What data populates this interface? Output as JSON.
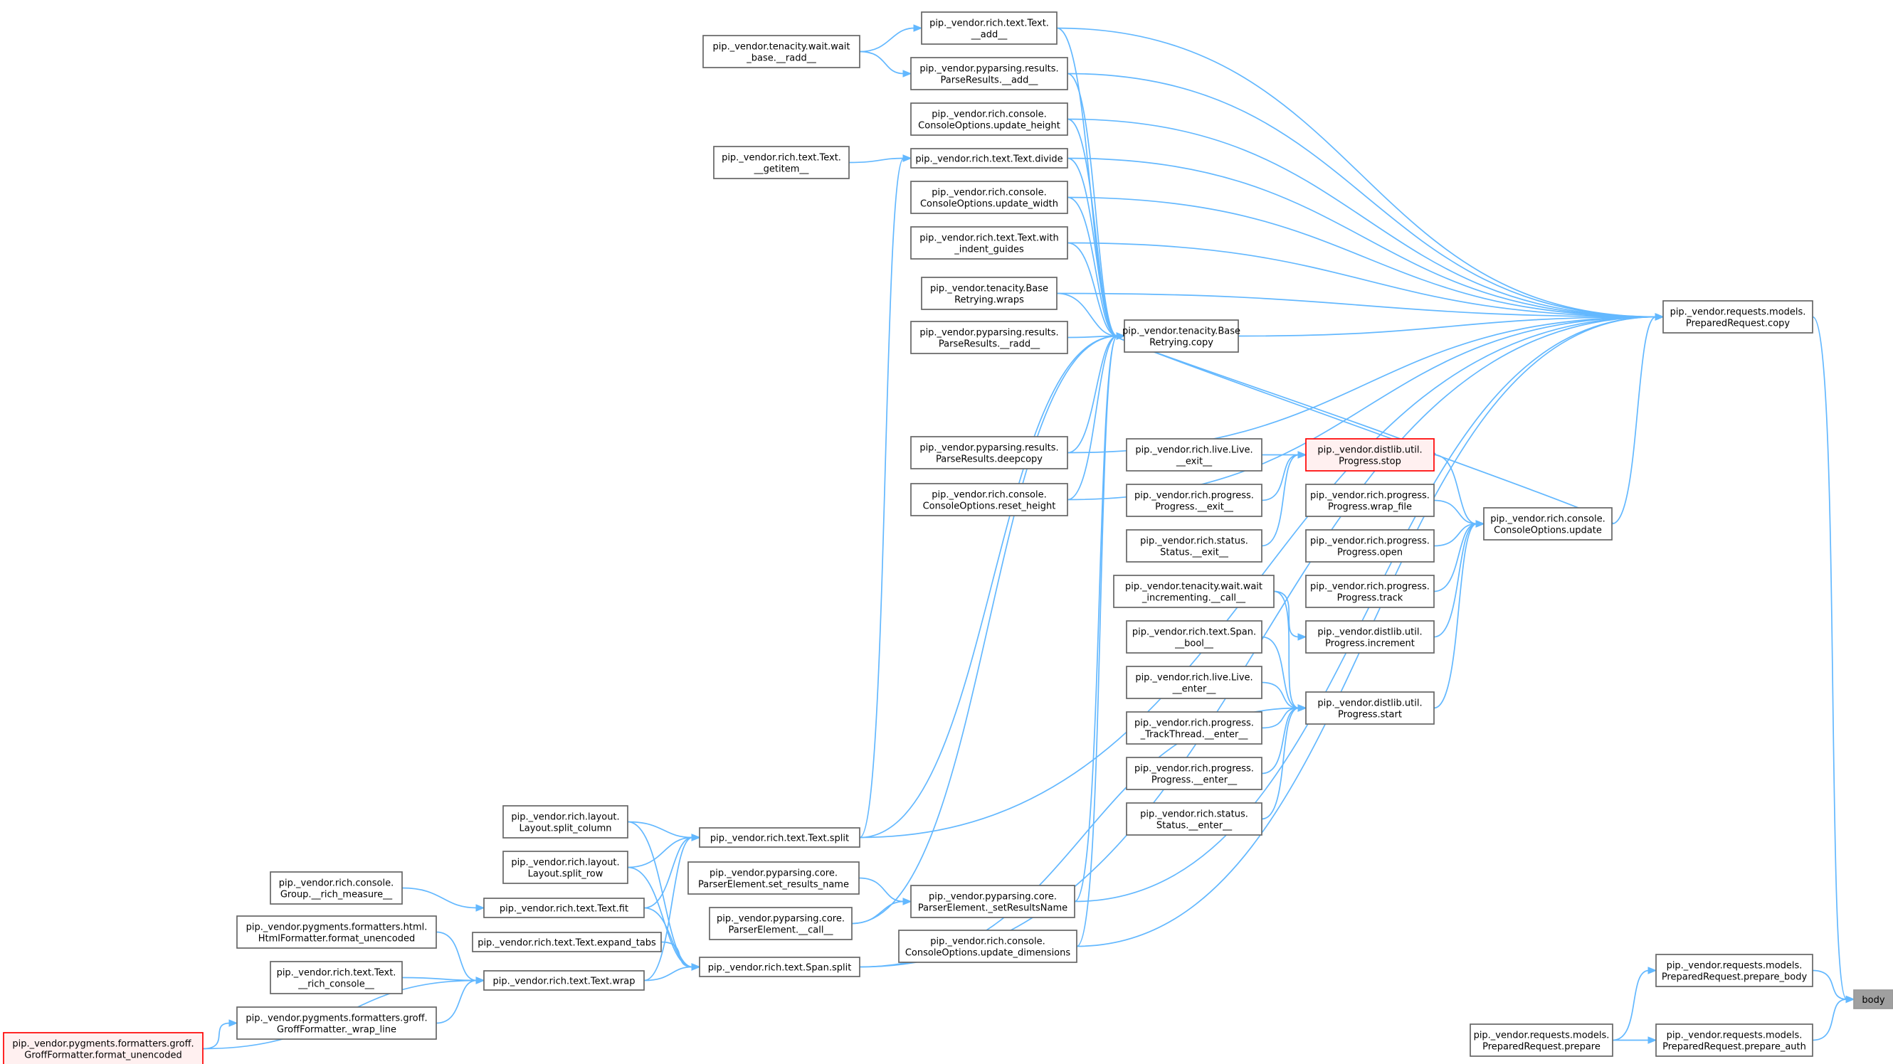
{
  "colors": {
    "edge": "#63b8ff",
    "node_border": "#666666",
    "highlight_border": "#ff0000",
    "root_fill": "#a0a0a0"
  },
  "nodes": {
    "body": [
      "body"
    ],
    "prepare_body": [
      "pip._vendor.requests.models.",
      "PreparedRequest.prepare_body"
    ],
    "prepare_auth": [
      "pip._vendor.requests.models.",
      "PreparedRequest.prepare_auth"
    ],
    "prepare": [
      "pip._vendor.requests.models.",
      "PreparedRequest.prepare"
    ],
    "pr_copy": [
      "pip._vendor.requests.models.",
      "PreparedRequest.copy"
    ],
    "co_update": [
      "pip._vendor.rich.console.",
      "ConsoleOptions.update"
    ],
    "base_copy": [
      "pip._vendor.tenacity.Base",
      "Retrying.copy"
    ],
    "prog_stop": [
      "pip._vendor.distlib.util.",
      "Progress.stop"
    ],
    "prog_start": [
      "pip._vendor.distlib.util.",
      "Progress.start"
    ],
    "prog_increment": [
      "pip._vendor.distlib.util.",
      "Progress.increment"
    ],
    "wrap_file": [
      "pip._vendor.rich.progress.",
      "Progress.wrap_file"
    ],
    "open": [
      "pip._vendor.rich.progress.",
      "Progress.open"
    ],
    "track": [
      "pip._vendor.rich.progress.",
      "Progress.track"
    ],
    "live_exit": [
      "pip._vendor.rich.live.Live.",
      "__exit__"
    ],
    "rp_exit": [
      "pip._vendor.rich.progress.",
      "Progress.__exit__"
    ],
    "status_exit": [
      "pip._vendor.rich.status.",
      "Status.__exit__"
    ],
    "wait_inc_call": [
      "pip._vendor.tenacity.wait.wait",
      "_incrementing.__call__"
    ],
    "span_bool": [
      "pip._vendor.rich.text.Span.",
      "__bool__"
    ],
    "live_enter": [
      "pip._vendor.rich.live.Live.",
      "__enter__"
    ],
    "track_enter": [
      "pip._vendor.rich.progress.",
      "_TrackThread.__enter__"
    ],
    "rp_enter": [
      "pip._vendor.rich.progress.",
      "Progress.__enter__"
    ],
    "status_enter": [
      "pip._vendor.rich.status.",
      "Status.__enter__"
    ],
    "text_add": [
      "pip._vendor.rich.text.Text.",
      "__add__"
    ],
    "pr_add": [
      "pip._vendor.pyparsing.results.",
      "ParseResults.__add__"
    ],
    "co_update_height": [
      "pip._vendor.rich.console.",
      "ConsoleOptions.update_height"
    ],
    "text_divide": [
      "pip._vendor.rich.text.Text.divide"
    ],
    "co_update_width": [
      "pip._vendor.rich.console.",
      "ConsoleOptions.update_width"
    ],
    "indent_guides": [
      "pip._vendor.rich.text.Text.with",
      "_indent_guides"
    ],
    "retry_wraps": [
      "pip._vendor.tenacity.Base",
      "Retrying.wraps"
    ],
    "pr_radd": [
      "pip._vendor.pyparsing.results.",
      "ParseResults.__radd__"
    ],
    "pr_deepcopy": [
      "pip._vendor.pyparsing.results.",
      "ParseResults.deepcopy"
    ],
    "co_reset_height": [
      "pip._vendor.rich.console.",
      "ConsoleOptions.reset_height"
    ],
    "wait_base_radd": [
      "pip._vendor.tenacity.wait.wait",
      "_base.__radd__"
    ],
    "text_getitem": [
      "pip._vendor.rich.text.Text.",
      "__getitem__"
    ],
    "text_split": [
      "pip._vendor.rich.text.Text.split"
    ],
    "set_results_name_pub": [
      "pip._vendor.pyparsing.core.",
      "ParserElement.set_results_name"
    ],
    "set_results_name": [
      "pip._vendor.pyparsing.core.",
      "ParserElement._setResultsName"
    ],
    "pe_call": [
      "pip._vendor.pyparsing.core.",
      "ParserElement.__call__"
    ],
    "co_update_dims": [
      "pip._vendor.rich.console.",
      "ConsoleOptions.update_dimensions"
    ],
    "span_split": [
      "pip._vendor.rich.text.Span.split"
    ],
    "split_column": [
      "pip._vendor.rich.layout.",
      "Layout.split_column"
    ],
    "split_row": [
      "pip._vendor.rich.layout.",
      "Layout.split_row"
    ],
    "text_fit": [
      "pip._vendor.rich.text.Text.fit"
    ],
    "expand_tabs": [
      "pip._vendor.rich.text.Text.expand_tabs"
    ],
    "text_wrap": [
      "pip._vendor.rich.text.Text.wrap"
    ],
    "group_measure": [
      "pip._vendor.rich.console.",
      "Group.__rich_measure__"
    ],
    "html_format": [
      "pip._vendor.pygments.formatters.html.",
      "HtmlFormatter.format_unencoded"
    ],
    "rich_console": [
      "pip._vendor.rich.text.Text.",
      "__rich_console__"
    ],
    "groff_wrap": [
      "pip._vendor.pygments.formatters.groff.",
      "GroffFormatter._wrap_line"
    ],
    "groff_format": [
      "pip._vendor.pygments.formatters.groff.",
      "GroffFormatter.format_unencoded"
    ]
  }
}
